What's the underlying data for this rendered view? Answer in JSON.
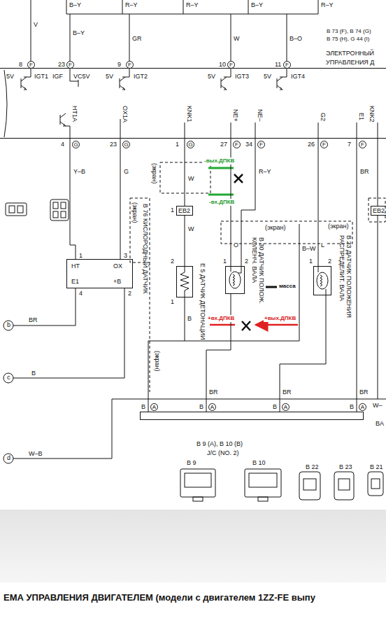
{
  "diagram": {
    "title": "ЕМА УПРАВЛЕНИЯ ДВИГАТЕЛЕМ (модели с двигателем 1ZZ-FE выпу",
    "nodes": [
      {
        "text": [
          "ЭЛЕКТРОННЫЙ",
          "УПРАВЛЕНИЯ Д"
        ]
      },
      {
        "text": [
          "B 76 КИСЛОРОДНЫЙ ДАТЧИК",
          "HT",
          "OX",
          "E1",
          "+B"
        ]
      },
      {
        "text": [
          "EB2"
        ]
      },
      {
        "text": [
          "E 5 ДАТЧИК ДЕТОНАЦИИ"
        ]
      },
      {
        "text": [
          "B 30 ДАТЧИК ПОЛОЖ. КОЛЕНЧ. ВАЛА"
        ]
      },
      {
        "text": [
          "B 23 ДАТЧИК ПОЛОЖЕНИЯ РАСПРЕДЕЛИТ. ВАЛА"
        ]
      },
      {
        "text": [
          "EB2"
        ]
      },
      {
        "text": [
          "B 9 (A), B 10 (B)",
          "J/C (NO. 2)"
        ]
      }
    ],
    "edges": [
      {
        "from": 0,
        "to": 1,
        "arrow": "none"
      },
      {
        "from": 0,
        "to": 1,
        "arrow": "none"
      },
      {
        "from": 0,
        "to": 2,
        "arrow": "none"
      },
      {
        "from": 2,
        "to": 3,
        "arrow": "none"
      },
      {
        "from": 0,
        "to": 4,
        "arrow": "none"
      },
      {
        "from": 0,
        "to": 4,
        "arrow": "none"
      },
      {
        "from": 0,
        "to": 5,
        "arrow": "none"
      },
      {
        "from": 0,
        "to": 6,
        "arrow": "none"
      },
      {
        "from": 3,
        "to": 7,
        "arrow": "none"
      },
      {
        "from": 4,
        "to": 7,
        "arrow": "none"
      },
      {
        "from": 5,
        "to": 7,
        "arrow": "none"
      },
      {
        "from": 0,
        "to": 7,
        "arrow": "none"
      }
    ],
    "labels": [
      "V",
      "B–Y",
      "R–Y",
      "R–Y",
      "B–Y",
      "R–Y",
      "B–Y",
      "GR",
      "W",
      "B–O",
      "B 73 (F), B 74 (G)",
      "B 75 (H), G 44 (I)",
      "8",
      "F",
      "23",
      "F",
      "9",
      "F",
      "10",
      "F",
      "11",
      "F",
      "5V",
      "IGT1",
      "IGF",
      "VC5V",
      "5V",
      "IGT2",
      "5V",
      "IGT3",
      "5V",
      "IGT4",
      "HT1A",
      "OX1A",
      "KNK1",
      "NE+",
      "NE–",
      "G2",
      "E1",
      "KNK2",
      "4",
      "G",
      "23",
      "G",
      "1",
      "G",
      "27",
      "F",
      "34",
      "F",
      "26",
      "F",
      "7",
      "F",
      "Y–B",
      "G",
      "W",
      "R–Y",
      "BR",
      "(экран)",
      "-вых.ДПКВ",
      "-вх.ДПКВ",
      "1",
      "(экран)",
      "W",
      "(экран)",
      "(экран)",
      "O",
      "B–W",
      "L",
      "2",
      "1",
      "1",
      "2",
      "1",
      "2",
      "1",
      "3",
      "4",
      "2",
      "масса",
      "+вх.ДПКВ",
      "+вых.ДПКВ",
      "B",
      "(экран)",
      "BR",
      "BR",
      "BR",
      "B",
      "A",
      "B",
      "A",
      "B",
      "A",
      "B",
      "A",
      "B 9",
      "B 10",
      "B 22",
      "B 23",
      "B 21",
      "b",
      "c",
      "d",
      "BR",
      "B",
      "W–B",
      "W–",
      "BA"
    ]
  }
}
